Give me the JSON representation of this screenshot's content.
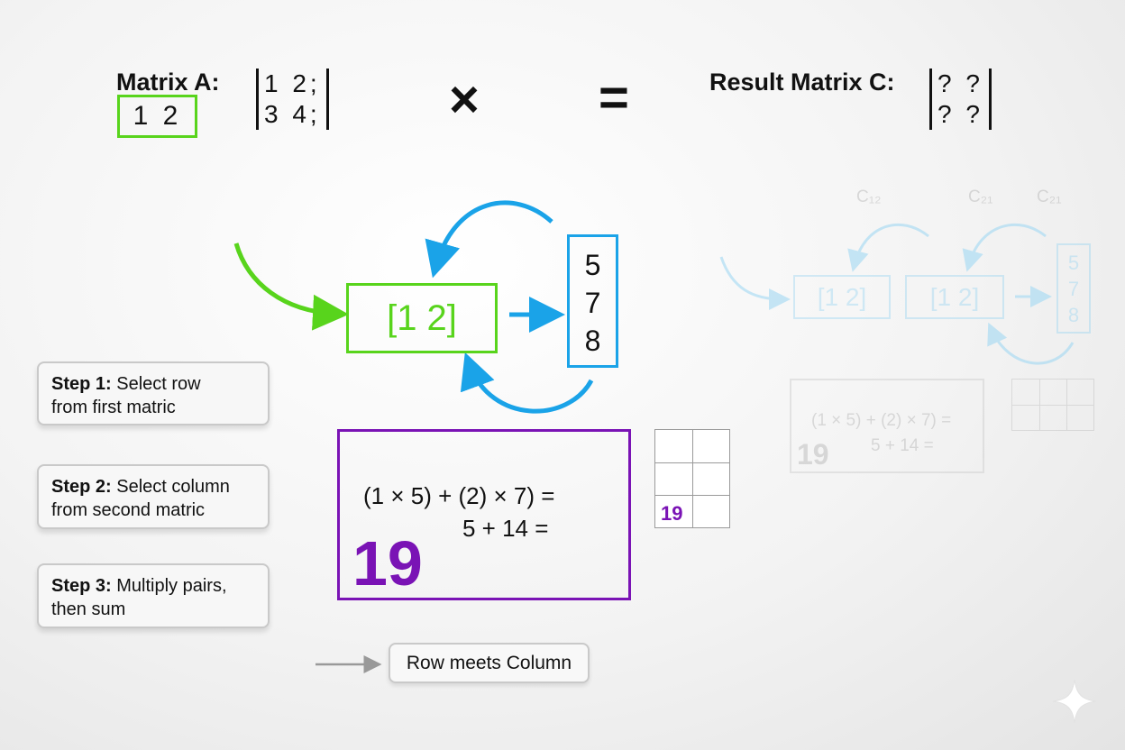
{
  "matrixA": {
    "label": "Matrix A:",
    "row_highlight": "1 2",
    "rows": [
      "1 2;",
      "3 4;"
    ]
  },
  "operators": {
    "times": "×",
    "equals": "="
  },
  "resultMatrix": {
    "label": "Result Matrix C:",
    "rows": [
      "? ?",
      "? ?"
    ]
  },
  "diagram": {
    "row_vector": "[1 2]",
    "column_vector": [
      "5",
      "7",
      "8"
    ]
  },
  "steps": [
    {
      "title": "Step 1:",
      "text_line1": "Select row",
      "text_line2": "from first matric"
    },
    {
      "title": "Step 2:",
      "text_line1": "Select column",
      "text_line2": "from second matric"
    },
    {
      "title": "Step 3:",
      "text_line1": "Multiply pairs,",
      "text_line2": "then sum"
    }
  ],
  "computation": {
    "expression": "(1 × 5) + (2) × 7) =",
    "partial": "5 + 14 =",
    "result": "19"
  },
  "result_grid": {
    "filled_value": "19"
  },
  "legend": {
    "label": "Row meets Column"
  },
  "faded": {
    "labels": [
      "C₁₂",
      "C₂₁",
      "C₂₁"
    ],
    "row_vector_1": "[1 2]",
    "row_vector_2": "[1 2]",
    "column_vector": [
      "5",
      "7",
      "8"
    ],
    "expression": "(1 × 5) + (2) × 7) =",
    "partial": "5 + 14 =",
    "result": "19"
  },
  "colors": {
    "green": "#58d41c",
    "blue": "#1aa3e8",
    "purple": "#7a13b5"
  },
  "icons": [
    "sparkle-icon",
    "arrow-right-icon"
  ]
}
